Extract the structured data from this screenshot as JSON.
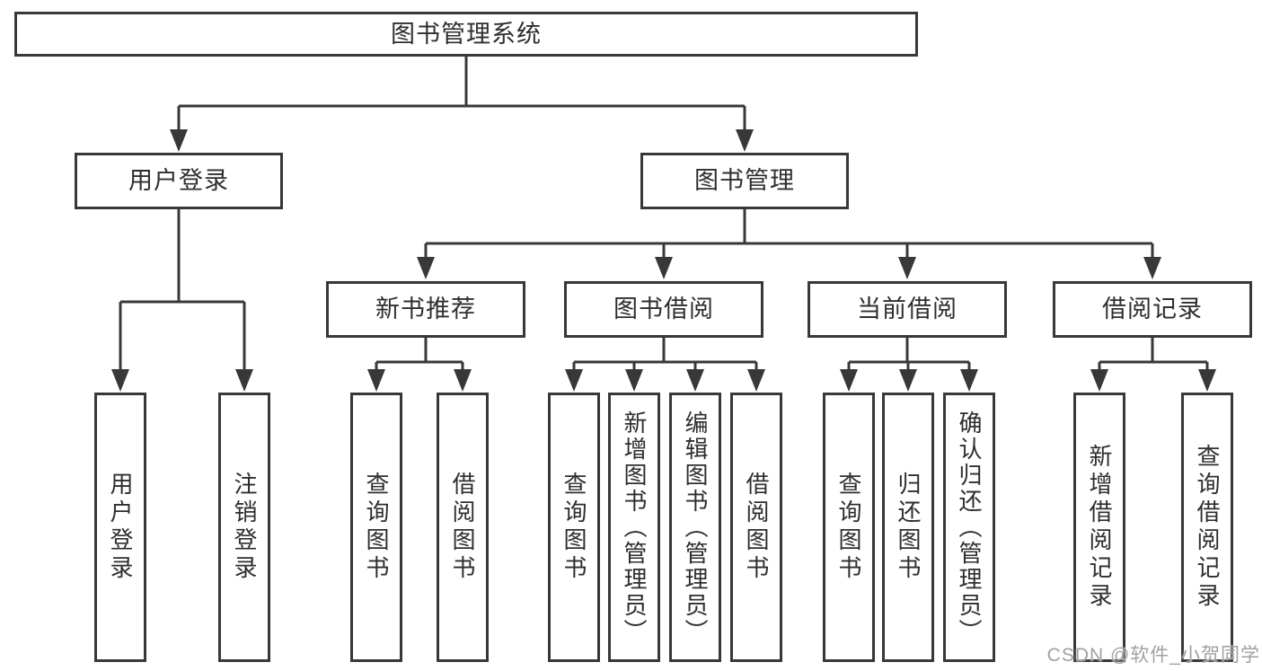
{
  "diagram": {
    "watermark": "CSDN @软件_小贺同学",
    "colors": {
      "line": "#383838",
      "box_border": "#383838",
      "text": "#2e2e2e",
      "background": "#ffffff",
      "watermark": "#a0a0a0"
    },
    "tree": {
      "label": "图书管理系统",
      "children": [
        {
          "label": "用户登录",
          "children": [
            {
              "label": "用户登录"
            },
            {
              "label": "注销登录"
            }
          ]
        },
        {
          "label": "图书管理",
          "children": [
            {
              "label": "新书推荐",
              "children": [
                {
                  "label": "查询图书"
                },
                {
                  "label": "借阅图书"
                }
              ]
            },
            {
              "label": "图书借阅",
              "children": [
                {
                  "label": "查询图书"
                },
                {
                  "label": "新增图书（管理员）"
                },
                {
                  "label": "编辑图书（管理员）"
                },
                {
                  "label": "借阅图书"
                }
              ]
            },
            {
              "label": "当前借阅",
              "children": [
                {
                  "label": "查询图书"
                },
                {
                  "label": "归还图书"
                },
                {
                  "label": "确认归还（管理员）"
                }
              ]
            },
            {
              "label": "借阅记录",
              "children": [
                {
                  "label": "新增借阅记录"
                },
                {
                  "label": "查询借阅记录"
                }
              ]
            }
          ]
        }
      ]
    }
  }
}
